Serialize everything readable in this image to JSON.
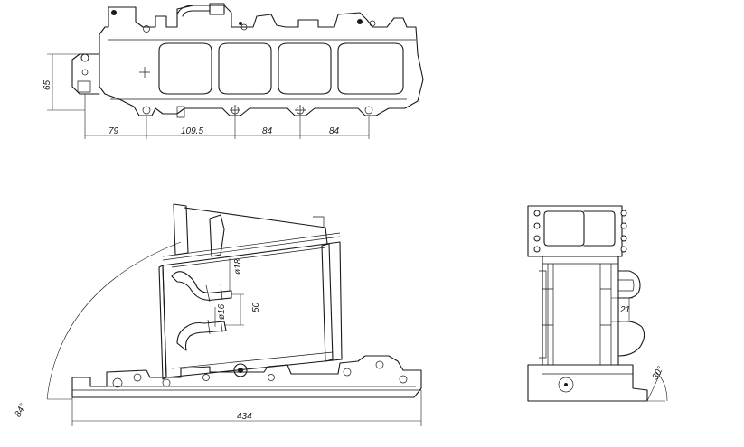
{
  "dimensions": {
    "top_height": "65",
    "top_spacing_1": "79",
    "top_spacing_2": "109.5",
    "top_spacing_3": "84",
    "top_spacing_4": "84",
    "front_angle": "84°",
    "front_pipe_upper": "ø18",
    "front_pipe_lower": "ø16",
    "front_pipe_spacing": "50",
    "front_length": "434",
    "side_offset": "21",
    "side_angle": "30°"
  },
  "colors": {
    "line": "#1a1a1a",
    "background": "#ffffff"
  }
}
